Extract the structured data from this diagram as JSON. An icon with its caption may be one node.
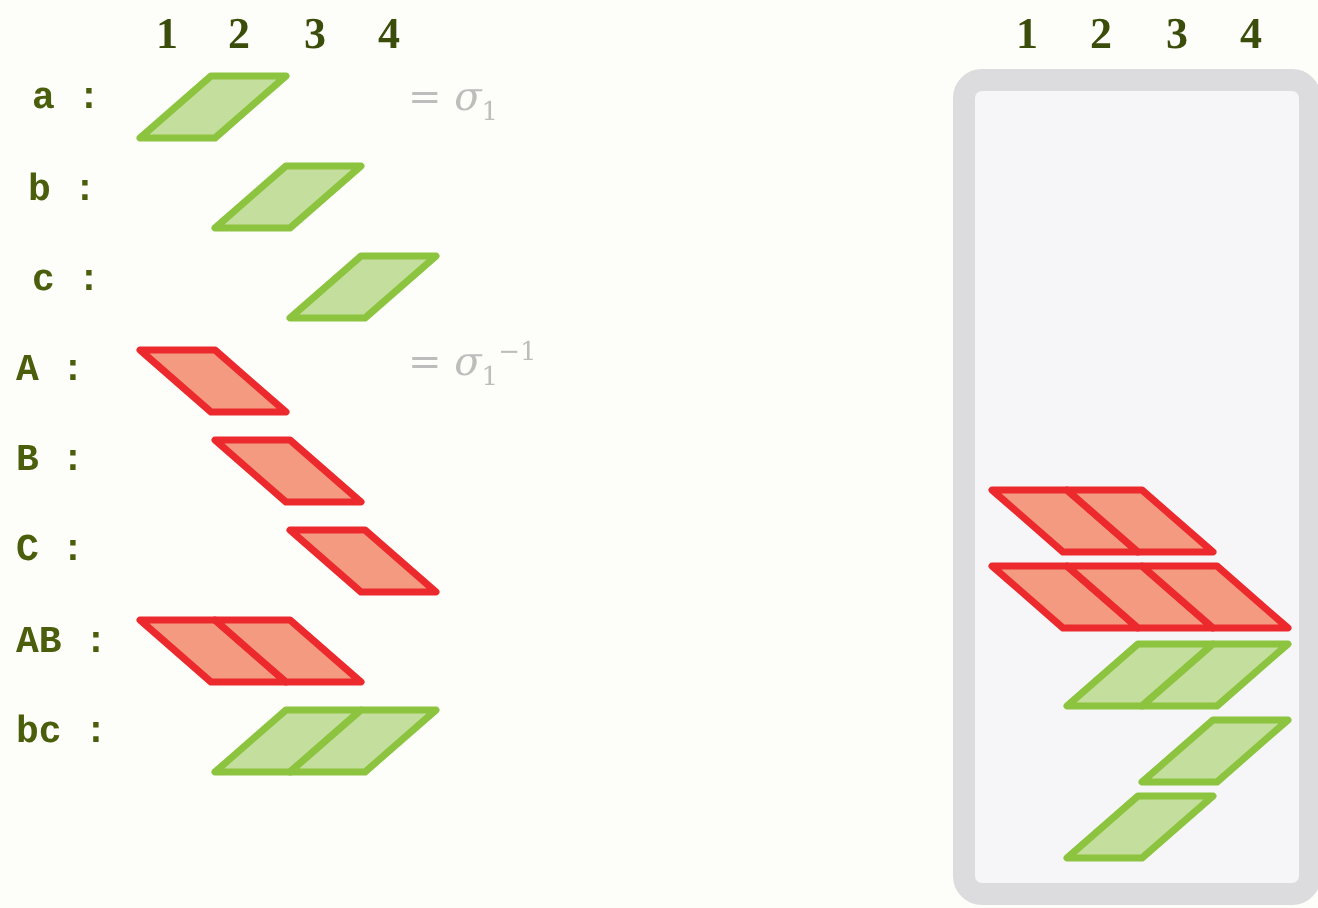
{
  "diagram": {
    "labels": [
      "1",
      "2",
      "3",
      "4",
      "1",
      "2",
      "3",
      "4",
      "a :",
      "= σ$_{1}$",
      "b :",
      "c :",
      "A :",
      "= σ$_{1}$$^{−1}$",
      "B :",
      "C :",
      "AB :",
      "bc :"
    ]
  }
}
